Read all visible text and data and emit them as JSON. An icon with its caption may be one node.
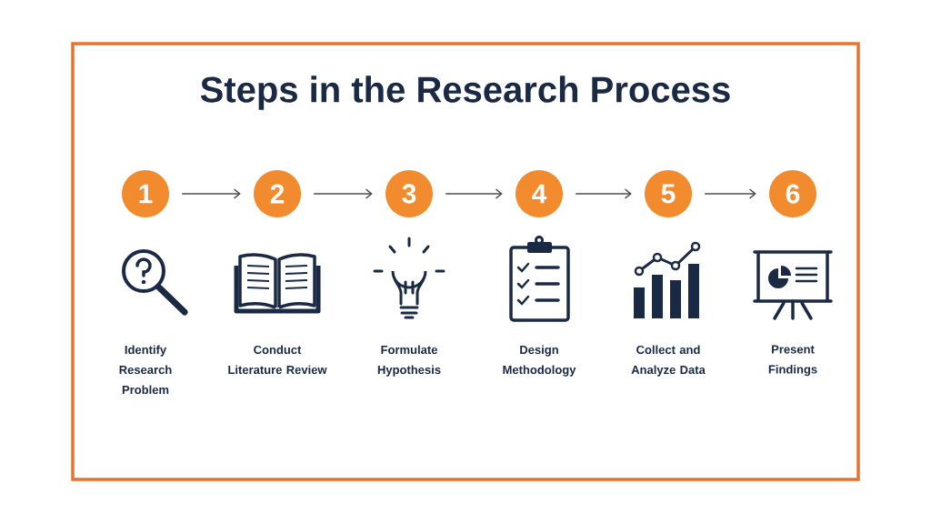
{
  "diagram": {
    "title": "Steps in the Research Process",
    "nodes": [
      {
        "text": [
          "1"
        ]
      },
      {
        "text": [
          "2"
        ]
      },
      {
        "text": [
          "3"
        ]
      },
      {
        "text": [
          "4"
        ]
      },
      {
        "text": [
          "5"
        ]
      },
      {
        "text": [
          "6"
        ]
      }
    ],
    "edges": [
      {
        "from": 0,
        "to": 1,
        "arrow": "to"
      },
      {
        "from": 1,
        "to": 2,
        "arrow": "to"
      },
      {
        "from": 2,
        "to": 3,
        "arrow": "to"
      },
      {
        "from": 3,
        "to": 4,
        "arrow": "to"
      },
      {
        "from": 4,
        "to": 5,
        "arrow": "to"
      }
    ],
    "labels": [
      "Identify Research Problem",
      "Conduct Literature Review",
      "Formulate Hypothesis",
      "Design Methodology",
      "Collect and Analyze Data",
      "Present Findings"
    ]
  }
}
